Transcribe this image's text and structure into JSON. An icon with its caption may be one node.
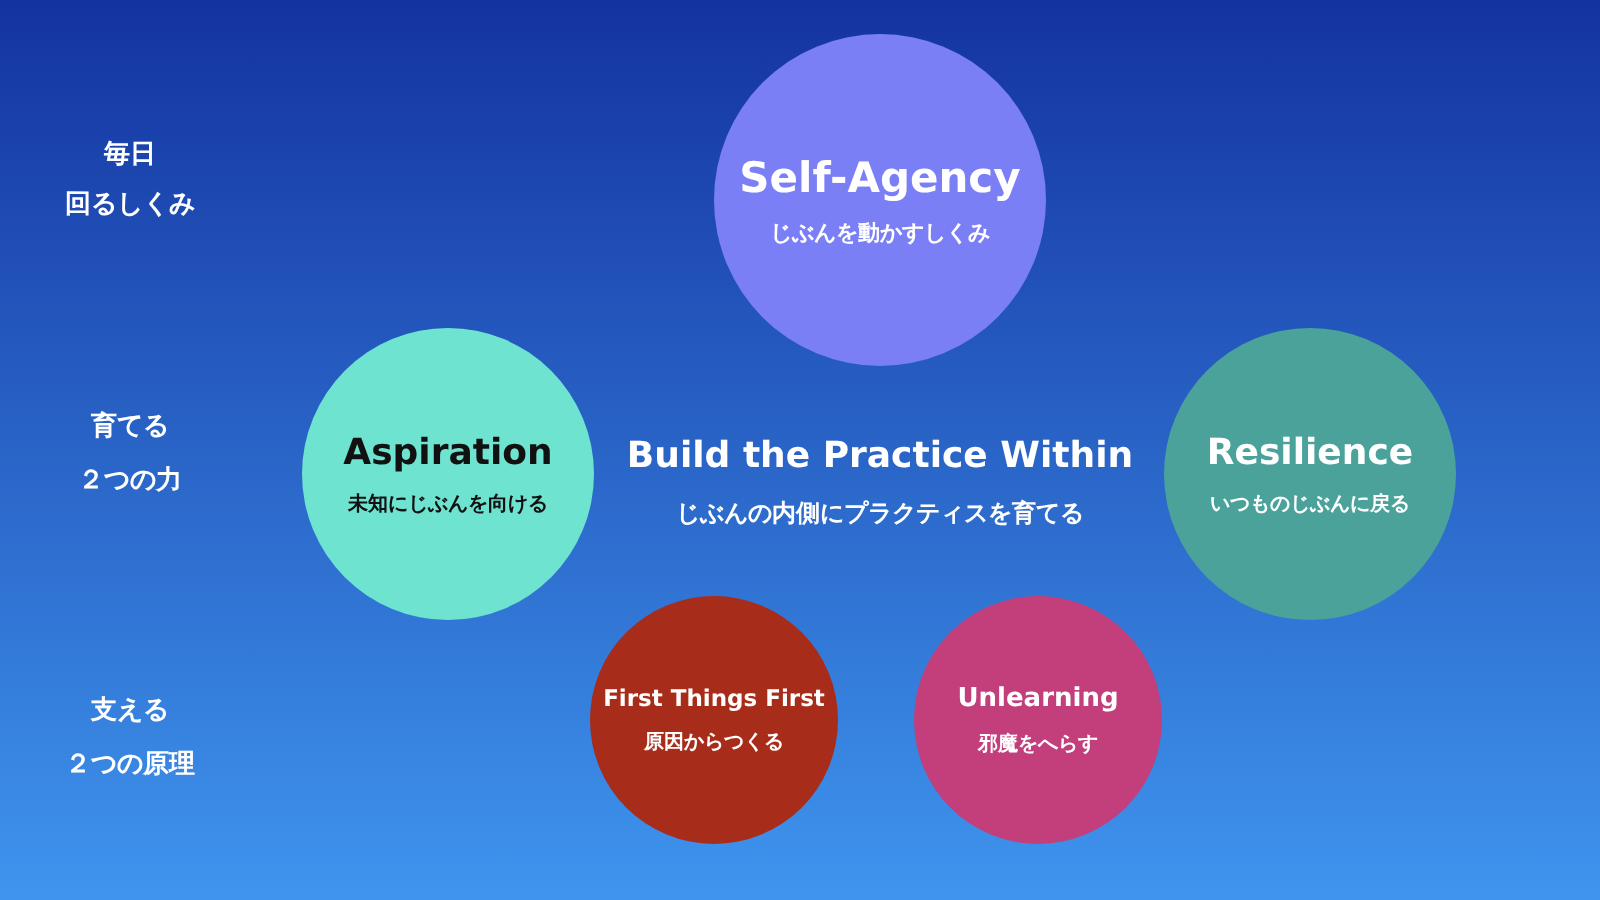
{
  "diagram": {
    "nodes": [
      {
        "text": [
          "Self-Agency",
          "じぶんを動かすしくみ"
        ]
      },
      {
        "text": [
          "Aspiration",
          "未知にじぶんを向ける"
        ]
      },
      {
        "text": [
          "Resilience",
          "いつものじぶんに戻る"
        ]
      },
      {
        "text": [
          "First Things First",
          "原因からつくる"
        ]
      },
      {
        "text": [
          "Unlearning",
          "邪魔をへらす"
        ]
      }
    ],
    "labels": [
      "毎日",
      "回るしくみ",
      "育てる",
      "２つの力",
      "Build the Practice Within",
      "じぶんの内側にプラクティスを育てる",
      "支える",
      "２つの原理"
    ]
  }
}
